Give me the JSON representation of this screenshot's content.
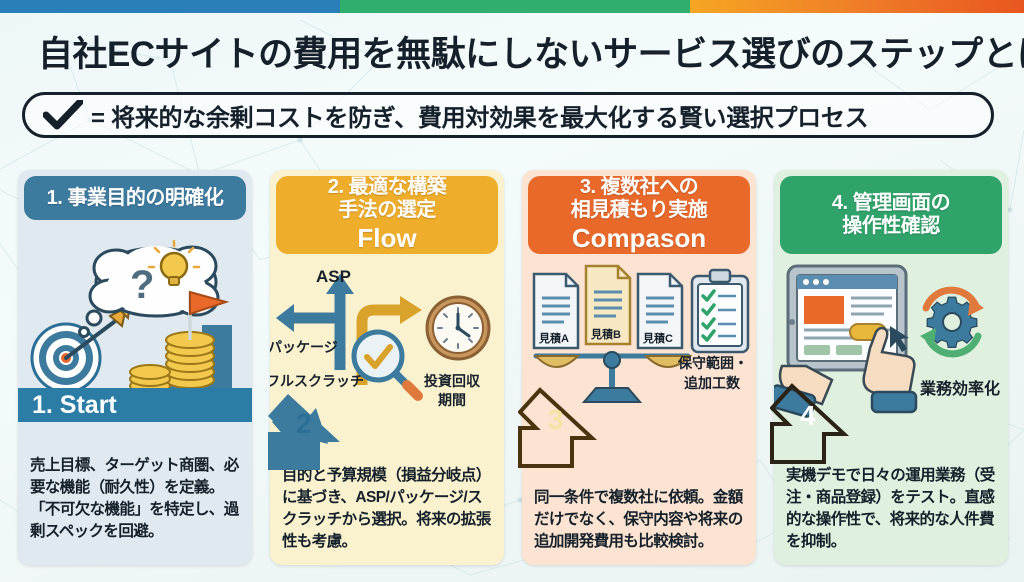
{
  "topbar": {
    "segments": [
      {
        "name": "blue",
        "color": "#2b7fb8"
      },
      {
        "name": "green",
        "color": "#2fae6e"
      },
      {
        "name": "orange",
        "color": "#ef7a28"
      }
    ]
  },
  "header": {
    "title": "自社ECサイトの費用を無駄にしないサービス選びのステップとは？",
    "subtitle": "= 将来的な余剰コストを防ぎ、費用対効果を最大化する賢い選択プロセス",
    "check_icon": "check-icon"
  },
  "columns": [
    {
      "index": "1",
      "head_line1": "1. 事業目的の明確化",
      "head_line2": "",
      "head_english": "",
      "head_color": "#3c7a9e",
      "panel_color": "#dfe9ef",
      "band_label": "1. Start",
      "band_color": "#2b7da6",
      "body": "売上目標、ターゲット商圏、必要な機能（耐久性）を定義。「不可欠な機能」を特定し、過剰スペックを回避。",
      "art_captions": []
    },
    {
      "index": "2",
      "head_line1": "2. 最適な構築",
      "head_line2": "手法の選定",
      "head_english": "Flow",
      "head_color": "#eead2b",
      "panel_color": "#faf2cf",
      "band_label": "",
      "band_color": "",
      "body": "目的と予算規模（損益分岐点）に基づき、ASP/パッケージ/スクラッチから選択。将来の拡張性も考慮。",
      "art_captions": [
        "ASP",
        "パッケージ",
        "フルスクラッチ",
        "投資回収",
        "期間"
      ]
    },
    {
      "index": "3",
      "head_line1": "3. 複数社への",
      "head_line2": "相見積もり実施",
      "head_english": "Compason",
      "head_color": "#e8692a",
      "panel_color": "#fce3d2",
      "band_label": "",
      "band_color": "",
      "body": "同一条件で複数社に依頼。金額だけでなく、保守内容や将来の追加開発費用も比較検討。",
      "art_captions": [
        "見積A",
        "見積B",
        "見積C",
        "保守範囲・",
        "追加工数"
      ]
    },
    {
      "index": "4",
      "head_line1": "4. 管理画面の",
      "head_line2": "操作性確認",
      "head_english": "",
      "head_color": "#2fa36a",
      "panel_color": "#dff0de",
      "band_label": "",
      "band_color": "",
      "body": "実機デモで日々の運用業務（受注・商品登録）をテスト。直感的な操作性で、将来的な人件費を抑制。",
      "art_captions": [
        "業務効率化"
      ]
    }
  ],
  "arrows": [
    {
      "name": "arrow-step-2",
      "label": "2",
      "color": "#2b6f96"
    },
    {
      "name": "arrow-step-3",
      "label": "3",
      "color": "#f4e3a5"
    },
    {
      "name": "arrow-step-4",
      "label": "4",
      "color": "#ffffff"
    }
  ]
}
